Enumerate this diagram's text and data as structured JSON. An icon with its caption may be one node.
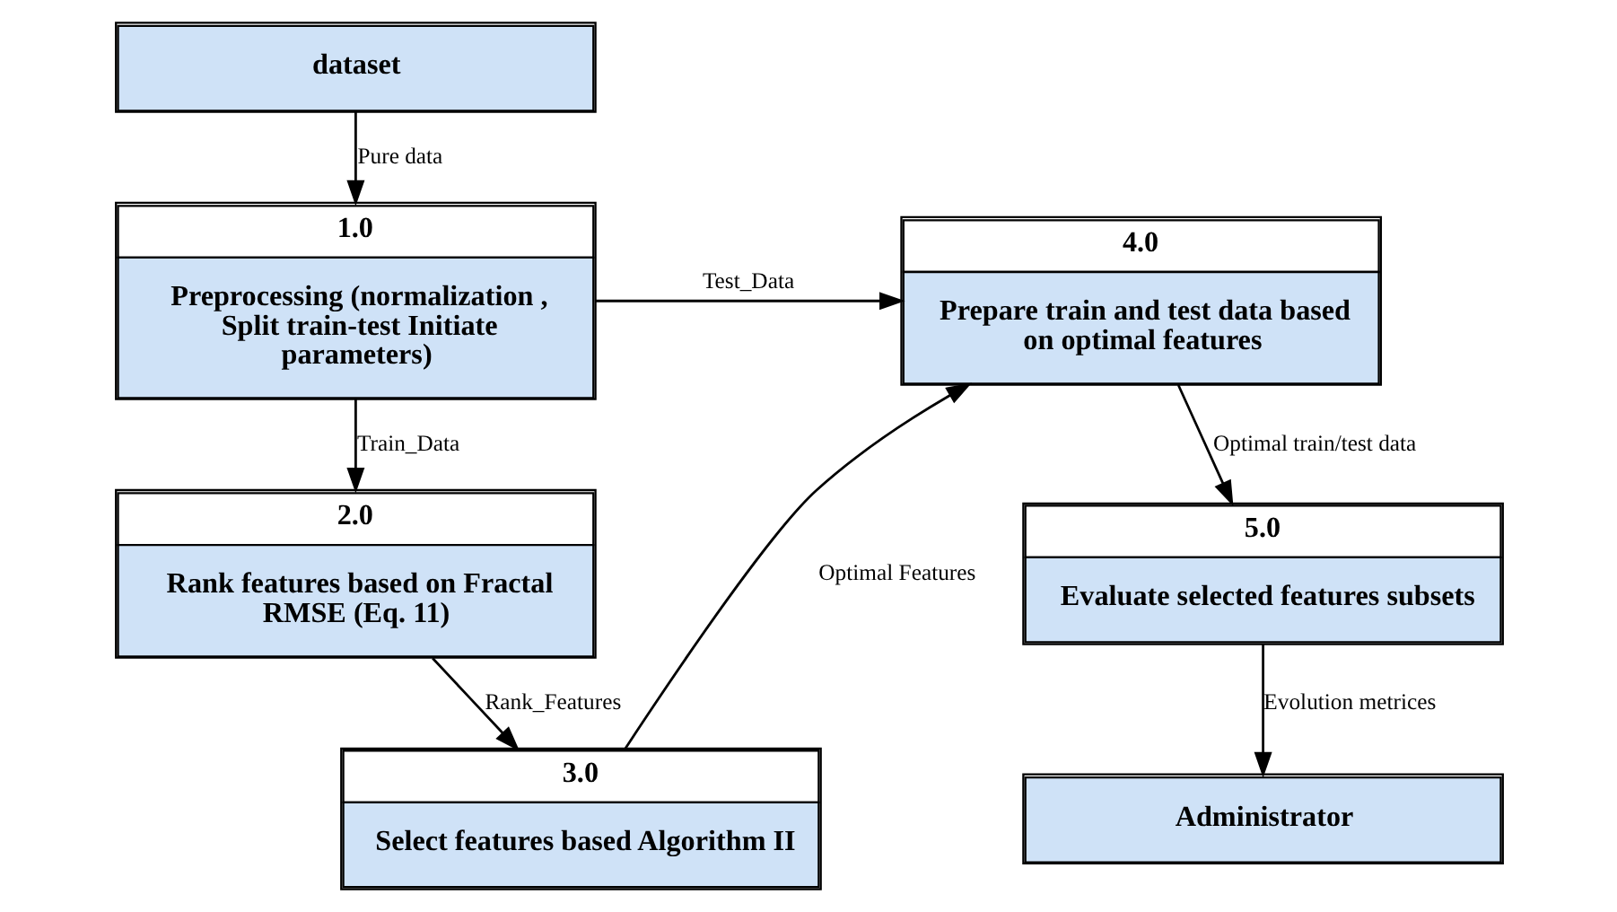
{
  "diagram": {
    "nodes": [
      {
        "text": [
          "dataset"
        ]
      },
      {
        "text": [
          "1.0",
          "Preprocessing (normalization , Split train-test Initiate parameters)"
        ]
      },
      {
        "text": [
          "2.0",
          "Rank features based on Fractal RMSE (Eq. 11)"
        ]
      },
      {
        "text": [
          "3.0",
          "Select features based Algorithm II"
        ]
      },
      {
        "text": [
          "4.0",
          "Prepare train and test data based on optimal features"
        ]
      },
      {
        "text": [
          "5.0",
          "Evaluate selected features subsets"
        ]
      },
      {
        "text": [
          "Administrator"
        ]
      }
    ],
    "edges": [
      {
        "from": 0,
        "to": 1,
        "arrow": "to",
        "label": "Pure data"
      },
      {
        "from": 1,
        "to": 2,
        "arrow": "to",
        "label": "Train_Data"
      },
      {
        "from": 1,
        "to": 4,
        "arrow": "to",
        "label": "Test_Data"
      },
      {
        "from": 2,
        "to": 3,
        "arrow": "to",
        "label": "Rank_Features"
      },
      {
        "from": 3,
        "to": 4,
        "arrow": "to",
        "label": "Optimal Features"
      },
      {
        "from": 4,
        "to": 5,
        "arrow": "to",
        "label": "Optimal train/test data"
      },
      {
        "from": 5,
        "to": 6,
        "arrow": "to",
        "label": "Evolution metrices"
      }
    ]
  }
}
